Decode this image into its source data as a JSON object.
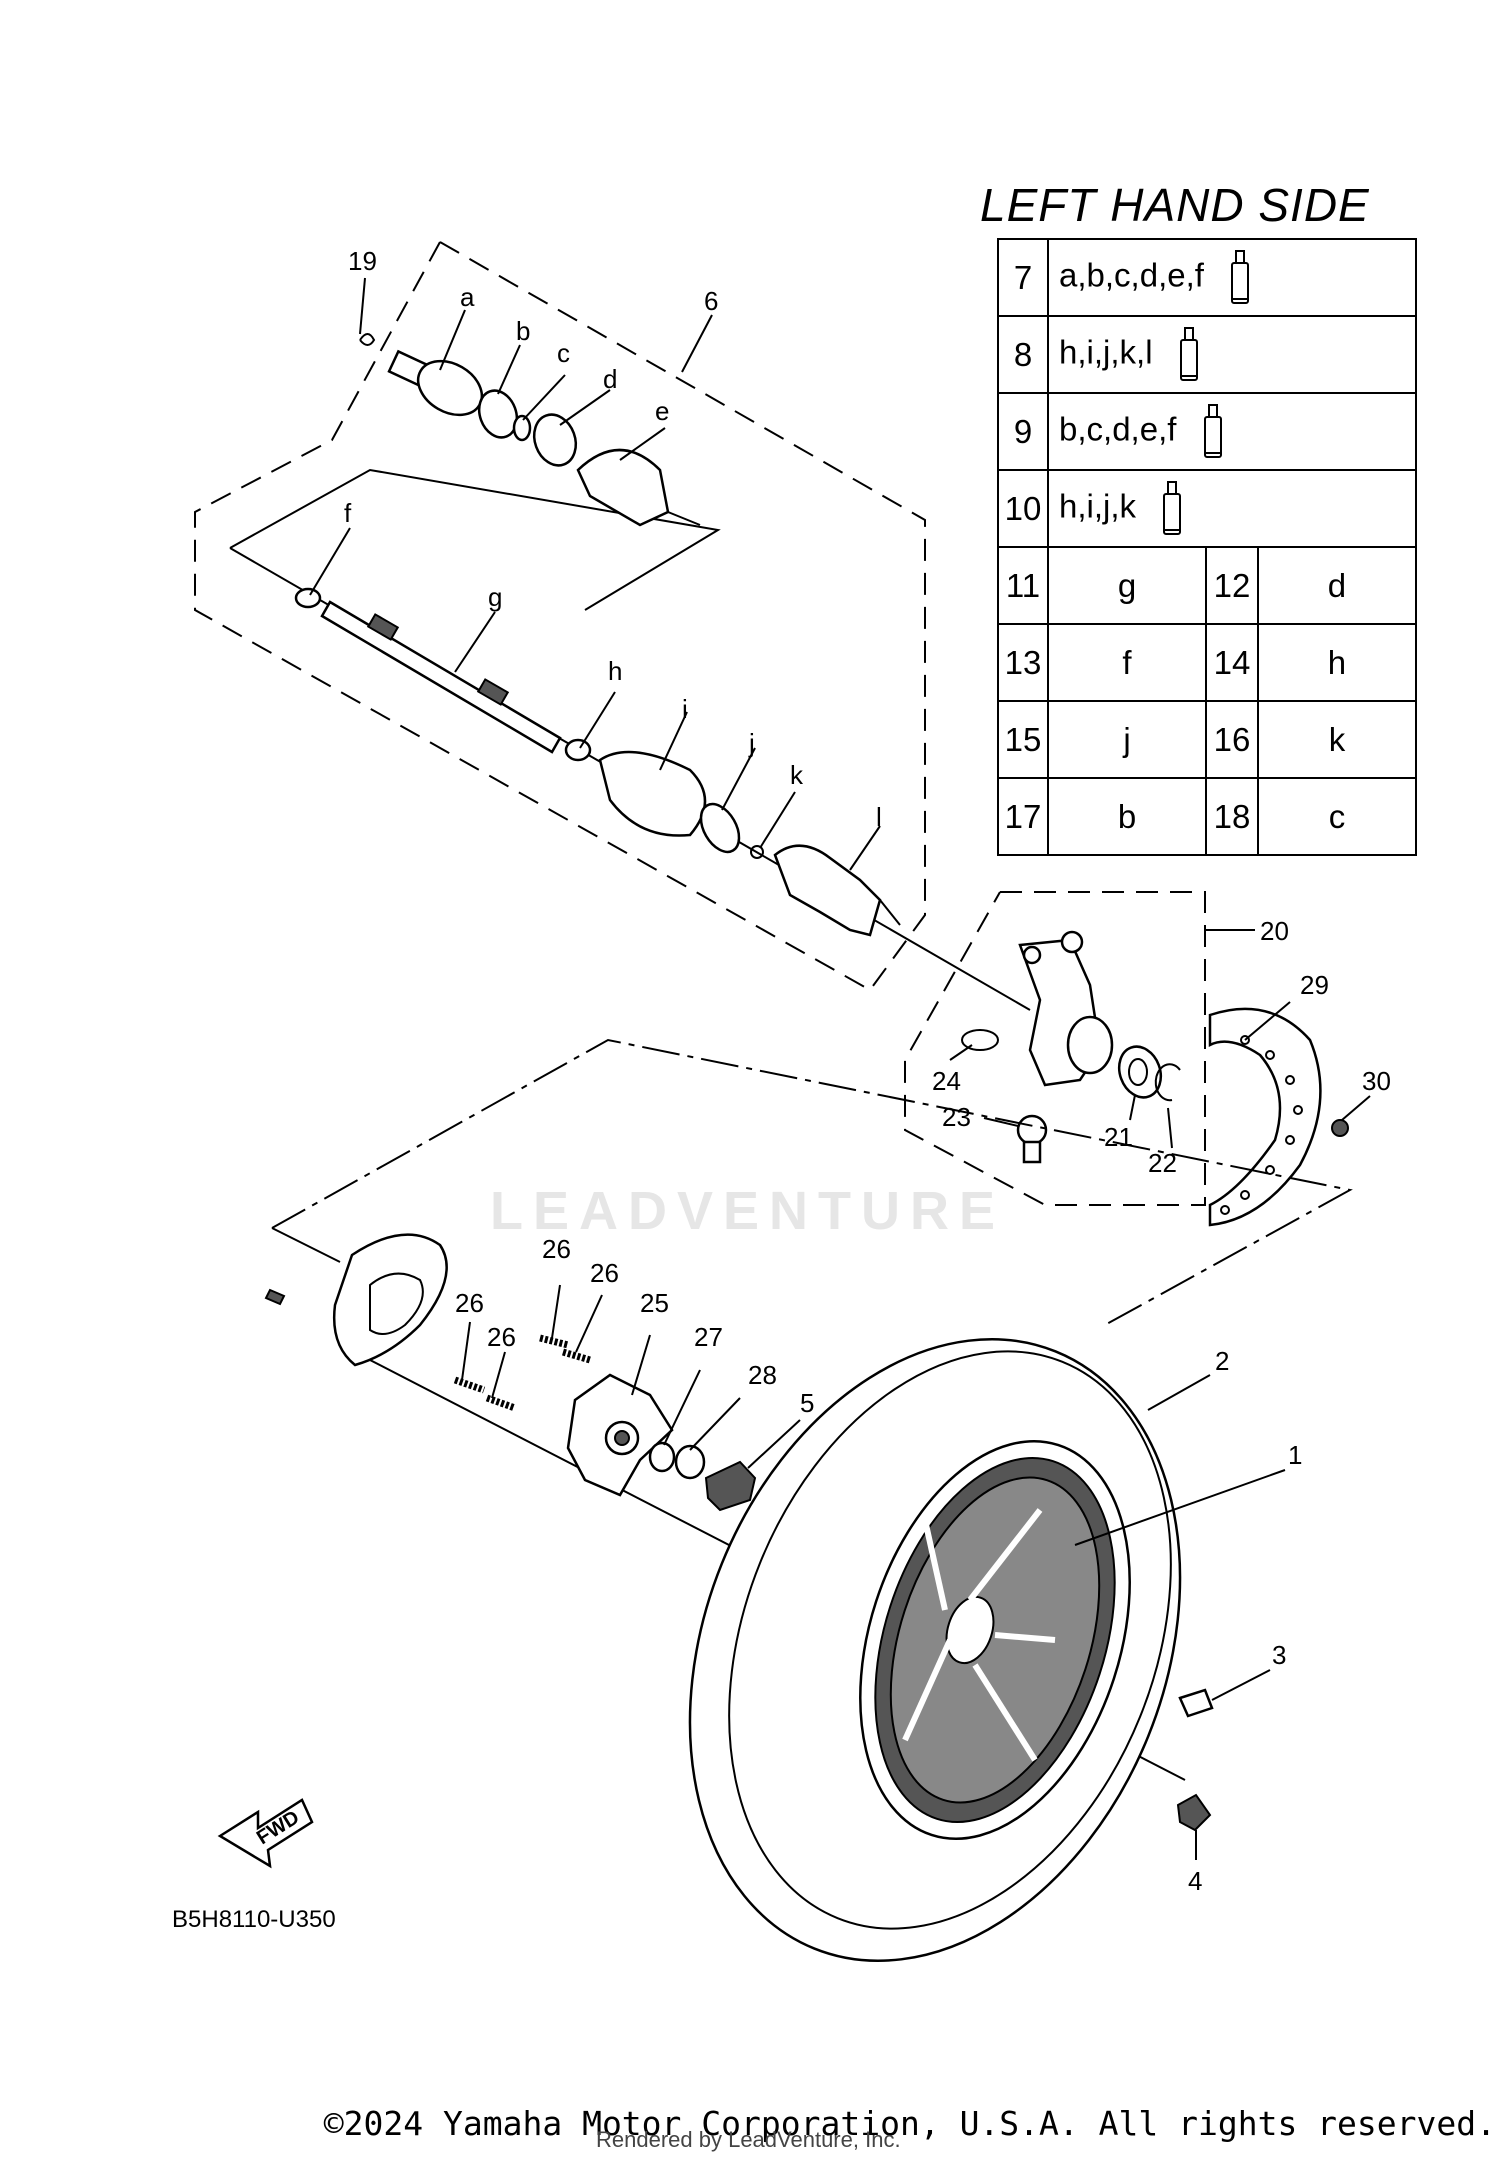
{
  "legend": {
    "title": "LEFT HAND SIDE",
    "rows_wide": [
      {
        "num": "7",
        "value": "a,b,c,d,e,f"
      },
      {
        "num": "8",
        "value": "h,i,j,k,l"
      },
      {
        "num": "9",
        "value": "b,c,d,e,f"
      },
      {
        "num": "10",
        "value": "h,i,j,k"
      }
    ],
    "rows_pair": [
      {
        "num1": "11",
        "val1": "g",
        "num2": "12",
        "val2": "d"
      },
      {
        "num1": "13",
        "val1": "f",
        "num2": "14",
        "val2": "h"
      },
      {
        "num1": "15",
        "val1": "j",
        "num2": "16",
        "val2": "k"
      },
      {
        "num1": "17",
        "val1": "b",
        "num2": "18",
        "val2": "c"
      }
    ]
  },
  "callouts": {
    "n1": "1",
    "n2": "2",
    "n3": "3",
    "n4": "4",
    "n5": "5",
    "n6": "6",
    "n19": "19",
    "n20": "20",
    "n21": "21",
    "n22": "22",
    "n23": "23",
    "n24": "24",
    "n25": "25",
    "n26": "26",
    "n27": "27",
    "n28": "28",
    "n29": "29",
    "n30": "30",
    "a": "a",
    "b": "b",
    "c": "c",
    "d": "d",
    "e": "e",
    "f": "f",
    "g": "g",
    "h": "h",
    "i": "i",
    "j": "j",
    "k": "k",
    "l": "l"
  },
  "fwd_label": "FWD",
  "diagram_code": "B5H8110-U350",
  "watermark": "LEADVENTURE",
  "copyright": "©2024 Yamaha Motor Corporation, U.S.A. All rights reserved.",
  "rendered_by": "Rendered by LeadVenture, Inc."
}
